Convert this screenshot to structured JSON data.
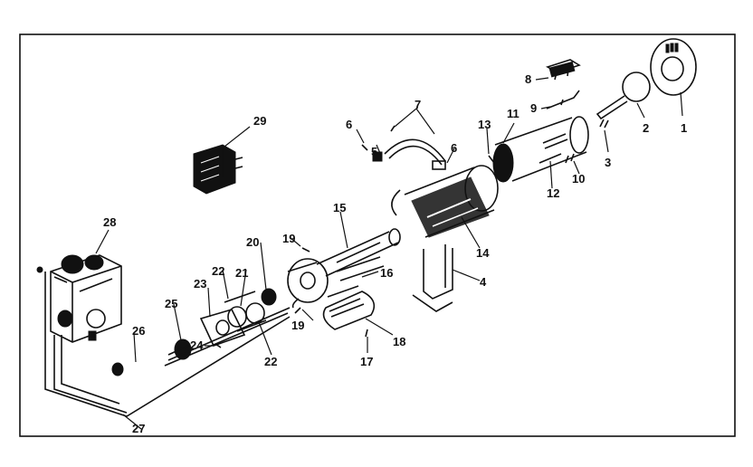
{
  "diagram": {
    "part_labels": [
      {
        "id": "1",
        "text": "1"
      },
      {
        "id": "2",
        "text": "2"
      },
      {
        "id": "3",
        "text": "3"
      },
      {
        "id": "4",
        "text": "4"
      },
      {
        "id": "5",
        "text": "5"
      },
      {
        "id": "6a",
        "text": "6"
      },
      {
        "id": "6b",
        "text": "6"
      },
      {
        "id": "7",
        "text": "7"
      },
      {
        "id": "8",
        "text": "8"
      },
      {
        "id": "9",
        "text": "9"
      },
      {
        "id": "10",
        "text": "10"
      },
      {
        "id": "11",
        "text": "11"
      },
      {
        "id": "12",
        "text": "12"
      },
      {
        "id": "13",
        "text": "13"
      },
      {
        "id": "14",
        "text": "14"
      },
      {
        "id": "15",
        "text": "15"
      },
      {
        "id": "16",
        "text": "16"
      },
      {
        "id": "17",
        "text": "17"
      },
      {
        "id": "18",
        "text": "18"
      },
      {
        "id": "19a",
        "text": "19"
      },
      {
        "id": "19b",
        "text": "19"
      },
      {
        "id": "20",
        "text": "20"
      },
      {
        "id": "21",
        "text": "21"
      },
      {
        "id": "22a",
        "text": "22"
      },
      {
        "id": "22b",
        "text": "22"
      },
      {
        "id": "23",
        "text": "23"
      },
      {
        "id": "24",
        "text": "24"
      },
      {
        "id": "25",
        "text": "25"
      },
      {
        "id": "26",
        "text": "26"
      },
      {
        "id": "27",
        "text": "27"
      },
      {
        "id": "28",
        "text": "28"
      },
      {
        "id": "29",
        "text": "29"
      }
    ]
  }
}
